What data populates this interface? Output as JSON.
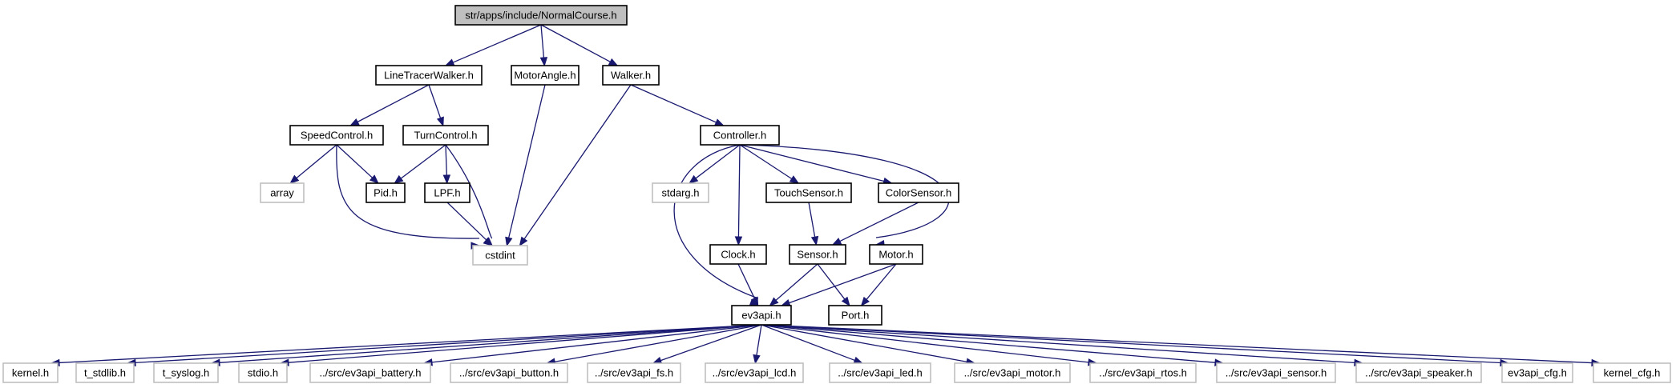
{
  "graph": {
    "nodes": [
      {
        "id": "normalcourse",
        "label": "str/apps/include/NormalCourse.h",
        "kind": "root"
      },
      {
        "id": "linetracerwalker",
        "label": "LineTracerWalker.h",
        "kind": "local"
      },
      {
        "id": "motorangle",
        "label": "MotorAngle.h",
        "kind": "local"
      },
      {
        "id": "walker",
        "label": "Walker.h",
        "kind": "local"
      },
      {
        "id": "speedcontrol",
        "label": "SpeedControl.h",
        "kind": "local"
      },
      {
        "id": "turncontrol",
        "label": "TurnControl.h",
        "kind": "local"
      },
      {
        "id": "controller",
        "label": "Controller.h",
        "kind": "local"
      },
      {
        "id": "array",
        "label": "array",
        "kind": "external"
      },
      {
        "id": "pid",
        "label": "Pid.h",
        "kind": "local"
      },
      {
        "id": "lpf",
        "label": "LPF.h",
        "kind": "local"
      },
      {
        "id": "cstdint",
        "label": "cstdint",
        "kind": "external"
      },
      {
        "id": "stdarg",
        "label": "stdarg.h",
        "kind": "external"
      },
      {
        "id": "touchsensor",
        "label": "TouchSensor.h",
        "kind": "local"
      },
      {
        "id": "colorsensor",
        "label": "ColorSensor.h",
        "kind": "local"
      },
      {
        "id": "clock",
        "label": "Clock.h",
        "kind": "local"
      },
      {
        "id": "sensor",
        "label": "Sensor.h",
        "kind": "local"
      },
      {
        "id": "motor",
        "label": "Motor.h",
        "kind": "local"
      },
      {
        "id": "ev3api",
        "label": "ev3api.h",
        "kind": "local"
      },
      {
        "id": "port",
        "label": "Port.h",
        "kind": "local"
      },
      {
        "id": "kernel",
        "label": "kernel.h",
        "kind": "external"
      },
      {
        "id": "t_stdlib",
        "label": "t_stdlib.h",
        "kind": "external"
      },
      {
        "id": "t_syslog",
        "label": "t_syslog.h",
        "kind": "external"
      },
      {
        "id": "stdio",
        "label": "stdio.h",
        "kind": "external"
      },
      {
        "id": "battery",
        "label": "../src/ev3api_battery.h",
        "kind": "external"
      },
      {
        "id": "button",
        "label": "../src/ev3api_button.h",
        "kind": "external"
      },
      {
        "id": "fs",
        "label": "../src/ev3api_fs.h",
        "kind": "external"
      },
      {
        "id": "lcd",
        "label": "../src/ev3api_lcd.h",
        "kind": "external"
      },
      {
        "id": "led",
        "label": "../src/ev3api_led.h",
        "kind": "external"
      },
      {
        "id": "motorapi",
        "label": "../src/ev3api_motor.h",
        "kind": "external"
      },
      {
        "id": "rtos",
        "label": "../src/ev3api_rtos.h",
        "kind": "external"
      },
      {
        "id": "sensorapi",
        "label": "../src/ev3api_sensor.h",
        "kind": "external"
      },
      {
        "id": "speaker",
        "label": "../src/ev3api_speaker.h",
        "kind": "external"
      },
      {
        "id": "cfg",
        "label": "ev3api_cfg.h",
        "kind": "external"
      },
      {
        "id": "kernel_cfg",
        "label": "kernel_cfg.h",
        "kind": "external"
      }
    ],
    "edges": [
      {
        "from": "normalcourse",
        "to": "linetracerwalker"
      },
      {
        "from": "normalcourse",
        "to": "motorangle"
      },
      {
        "from": "normalcourse",
        "to": "walker"
      },
      {
        "from": "linetracerwalker",
        "to": "speedcontrol"
      },
      {
        "from": "linetracerwalker",
        "to": "turncontrol"
      },
      {
        "from": "motorangle",
        "to": "cstdint"
      },
      {
        "from": "walker",
        "to": "controller"
      },
      {
        "from": "walker",
        "to": "cstdint"
      },
      {
        "from": "speedcontrol",
        "to": "array"
      },
      {
        "from": "speedcontrol",
        "to": "pid"
      },
      {
        "from": "speedcontrol",
        "to": "cstdint"
      },
      {
        "from": "turncontrol",
        "to": "pid"
      },
      {
        "from": "turncontrol",
        "to": "lpf"
      },
      {
        "from": "turncontrol",
        "to": "cstdint"
      },
      {
        "from": "lpf",
        "to": "cstdint"
      },
      {
        "from": "controller",
        "to": "ev3api"
      },
      {
        "from": "controller",
        "to": "stdarg"
      },
      {
        "from": "controller",
        "to": "clock"
      },
      {
        "from": "controller",
        "to": "touchsensor"
      },
      {
        "from": "controller",
        "to": "colorsensor"
      },
      {
        "from": "controller",
        "to": "motor"
      },
      {
        "from": "touchsensor",
        "to": "sensor"
      },
      {
        "from": "colorsensor",
        "to": "sensor"
      },
      {
        "from": "clock",
        "to": "ev3api"
      },
      {
        "from": "sensor",
        "to": "ev3api"
      },
      {
        "from": "sensor",
        "to": "port"
      },
      {
        "from": "motor",
        "to": "ev3api"
      },
      {
        "from": "motor",
        "to": "port"
      },
      {
        "from": "ev3api",
        "to": "kernel"
      },
      {
        "from": "ev3api",
        "to": "t_stdlib"
      },
      {
        "from": "ev3api",
        "to": "t_syslog"
      },
      {
        "from": "ev3api",
        "to": "stdio"
      },
      {
        "from": "ev3api",
        "to": "battery"
      },
      {
        "from": "ev3api",
        "to": "button"
      },
      {
        "from": "ev3api",
        "to": "fs"
      },
      {
        "from": "ev3api",
        "to": "lcd"
      },
      {
        "from": "ev3api",
        "to": "led"
      },
      {
        "from": "ev3api",
        "to": "motorapi"
      },
      {
        "from": "ev3api",
        "to": "rtos"
      },
      {
        "from": "ev3api",
        "to": "sensorapi"
      },
      {
        "from": "ev3api",
        "to": "speaker"
      },
      {
        "from": "ev3api",
        "to": "cfg"
      },
      {
        "from": "ev3api",
        "to": "kernel_cfg"
      }
    ]
  }
}
